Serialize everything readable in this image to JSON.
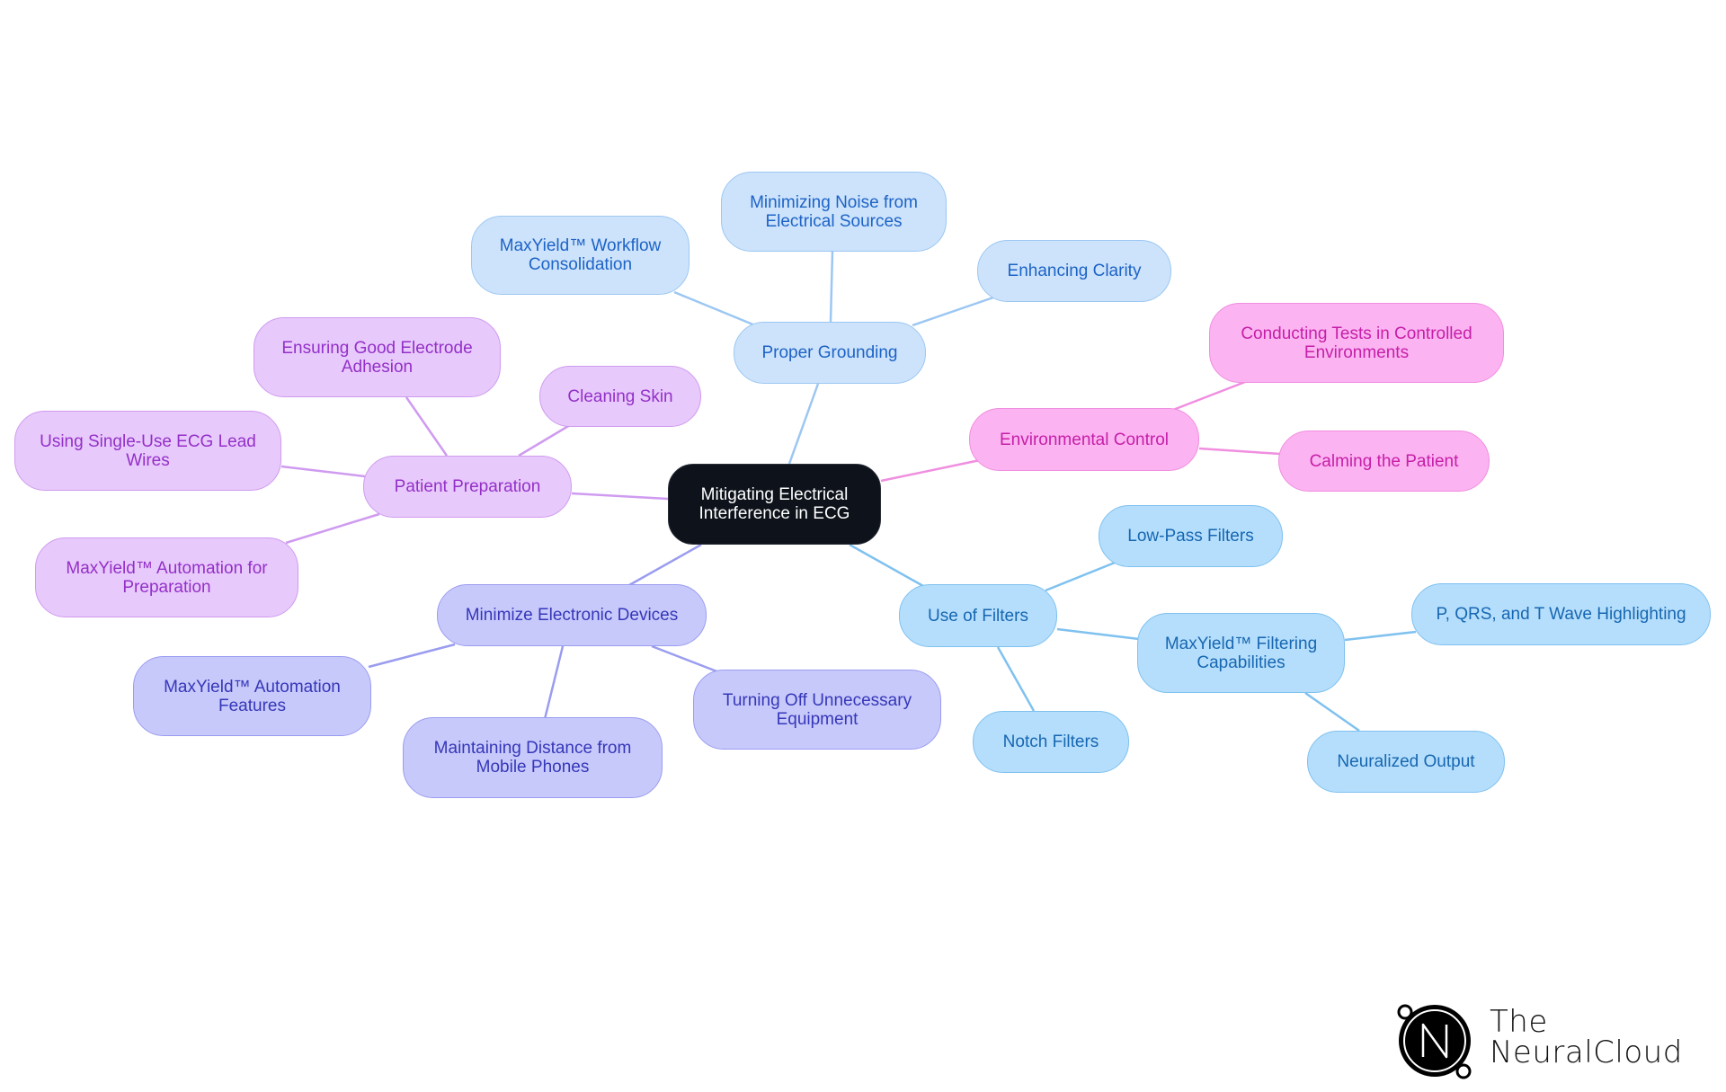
{
  "diagram": {
    "type": "mind-map",
    "root": {
      "id": "root",
      "label": "Mitigating Electrical\nInterference in ECG"
    },
    "branches": [
      {
        "id": "grounding",
        "label": "Proper Grounding",
        "color": "blue-light",
        "children": [
          {
            "id": "workflow",
            "label": "MaxYield™ Workflow\nConsolidation"
          },
          {
            "id": "noise",
            "label": "Minimizing Noise from\nElectrical Sources"
          },
          {
            "id": "clarity",
            "label": "Enhancing Clarity"
          }
        ]
      },
      {
        "id": "env",
        "label": "Environmental Control",
        "color": "pink",
        "children": [
          {
            "id": "tests",
            "label": "Conducting Tests in Controlled\nEnvironments"
          },
          {
            "id": "calm",
            "label": "Calming the Patient"
          }
        ]
      },
      {
        "id": "filters",
        "label": "Use of Filters",
        "color": "sky",
        "children": [
          {
            "id": "lowpass",
            "label": "Low-Pass Filters"
          },
          {
            "id": "notch",
            "label": "Notch Filters"
          },
          {
            "id": "mfilter",
            "label": "MaxYield™ Filtering\nCapabilities",
            "children": [
              {
                "id": "pqrst",
                "label": "P, QRS, and T Wave Highlighting"
              },
              {
                "id": "neural",
                "label": "Neuralized Output"
              }
            ]
          }
        ]
      },
      {
        "id": "devices",
        "label": "Minimize Electronic Devices",
        "color": "indigo",
        "children": [
          {
            "id": "autofeat",
            "label": "MaxYield™ Automation\nFeatures"
          },
          {
            "id": "distance",
            "label": "Maintaining Distance from\nMobile Phones"
          },
          {
            "id": "turnoff",
            "label": "Turning Off Unnecessary\nEquipment"
          }
        ]
      },
      {
        "id": "prep",
        "label": "Patient Preparation",
        "color": "purple",
        "children": [
          {
            "id": "adhesion",
            "label": "Ensuring Good Electrode\nAdhesion"
          },
          {
            "id": "clean",
            "label": "Cleaning Skin"
          },
          {
            "id": "singleuse",
            "label": "Using Single-Use ECG Lead\nWires"
          },
          {
            "id": "autoprep",
            "label": "MaxYield™ Automation for\nPreparation"
          }
        ]
      }
    ]
  },
  "nodes": {
    "root": "Mitigating Electrical\nInterference in ECG",
    "grounding": "Proper Grounding",
    "workflow": "MaxYield™ Workflow\nConsolidation",
    "noise": "Minimizing Noise from\nElectrical Sources",
    "clarity": "Enhancing Clarity",
    "env": "Environmental Control",
    "tests": "Conducting Tests in Controlled\nEnvironments",
    "calm": "Calming the Patient",
    "filters": "Use of Filters",
    "lowpass": "Low-Pass Filters",
    "notch": "Notch Filters",
    "mfilter": "MaxYield™ Filtering\nCapabilities",
    "pqrst": "P, QRS, and T Wave Highlighting",
    "neural": "Neuralized Output",
    "devices": "Minimize Electronic Devices",
    "autofeat": "MaxYield™ Automation\nFeatures",
    "distance": "Maintaining Distance from\nMobile Phones",
    "turnoff": "Turning Off Unnecessary\nEquipment",
    "prep": "Patient Preparation",
    "adhesion": "Ensuring Good Electrode\nAdhesion",
    "clean": "Cleaning Skin",
    "singleuse": "Using Single-Use ECG Lead\nWires",
    "autoprep": "MaxYield™ Automation for\nPreparation"
  },
  "colors": {
    "root": {
      "fill": "#0d121b",
      "border": "#0d121b",
      "text": "#ffffff"
    },
    "blue-light": {
      "fill": "#cde3fb",
      "border": "#9cc7f2",
      "text": "#1d63c6",
      "edge": "#9cc7f2"
    },
    "pink": {
      "fill": "#fcb3f1",
      "border": "#f08ee0",
      "text": "#c51fa8",
      "edge": "#f08ee0"
    },
    "sky": {
      "fill": "#b5defc",
      "border": "#7fc1ef",
      "text": "#1767b1",
      "edge": "#7fc1ef"
    },
    "indigo": {
      "fill": "#c8c9fb",
      "border": "#9a9cf0",
      "text": "#3537b8",
      "edge": "#9a9cf0"
    },
    "purple": {
      "fill": "#e8c9fb",
      "border": "#cf9bf0",
      "text": "#9330c8",
      "edge": "#cf9bf0"
    }
  },
  "logo": {
    "icon": "neuralcloud-n-logo-icon",
    "line1": "The",
    "line2": "NeuralCloud"
  }
}
